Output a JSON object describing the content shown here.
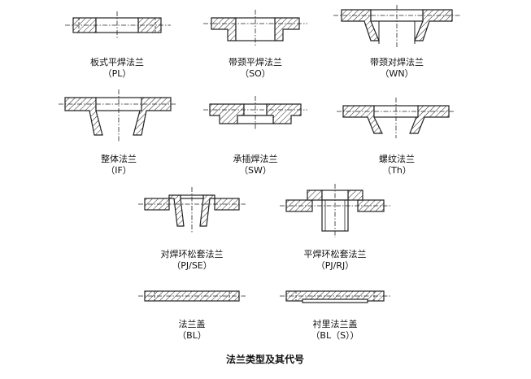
{
  "flanges": [
    {
      "name": "板式平焊法兰",
      "code": "（PL）"
    },
    {
      "name": "带颈平焊法兰",
      "code": "（SO）"
    },
    {
      "name": "带颈对焊法兰",
      "code": "（WN）"
    },
    {
      "name": "整体法兰",
      "code": "（IF）"
    },
    {
      "name": "承插焊法兰",
      "code": "（SW）"
    },
    {
      "name": "螺纹法兰",
      "code": "（Th）"
    },
    {
      "name": "对焊环松套法兰",
      "code": "（PJ/SE）"
    },
    {
      "name": "平焊环松套法兰",
      "code": "（PJ/RJ）"
    },
    {
      "name": "法兰盖",
      "code": "（BL）"
    },
    {
      "name": "衬里法兰盖",
      "code": "（BL（S））"
    }
  ],
  "caption": "法兰类型及其代号"
}
